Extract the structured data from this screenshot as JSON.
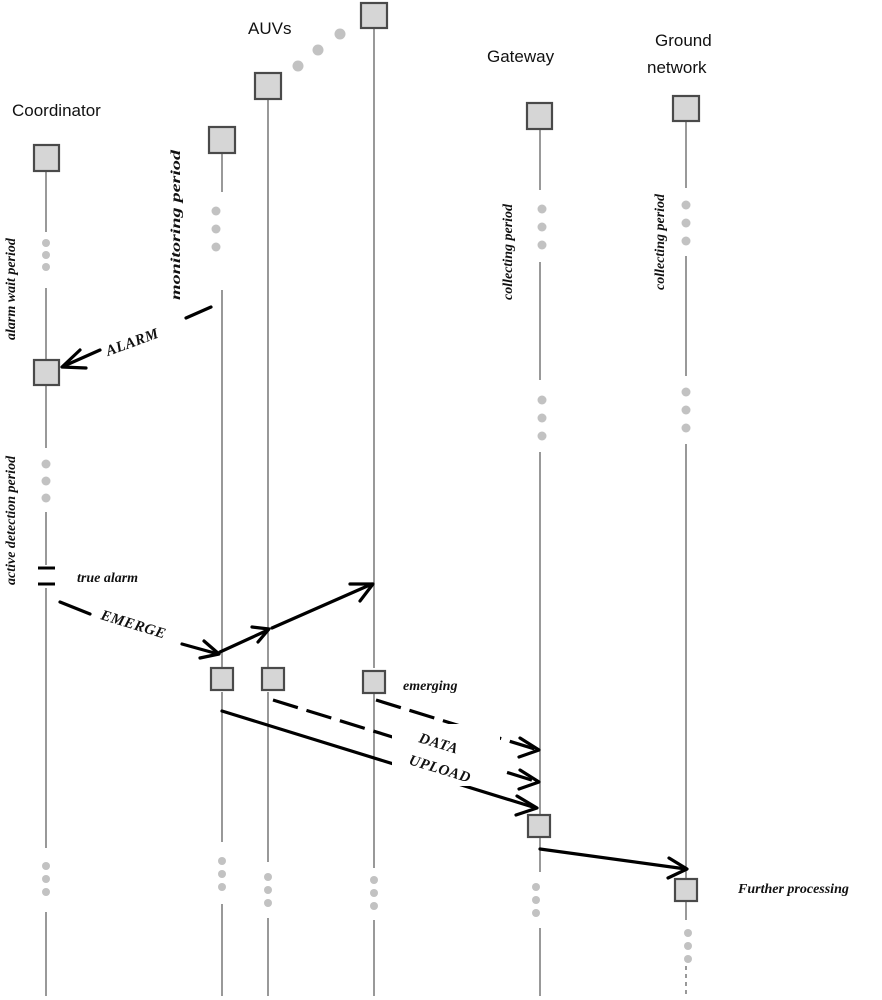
{
  "headers": {
    "coordinator": "Coordinator",
    "auvs": "AUVs",
    "gateway": "Gateway",
    "ground_line1": "Ground",
    "ground_line2": "network"
  },
  "periods": {
    "alarm_wait": "alarm wait period",
    "monitoring": "monitoring period",
    "collecting_gateway": "collecting period",
    "collecting_ground": "collecting period",
    "active_detection": "active detection period"
  },
  "messages": {
    "alarm": "ALARM",
    "true_alarm": "true alarm",
    "emerge": "EMERGE",
    "emerging": "emerging",
    "data": "DATA",
    "upload": "UPLOAD",
    "further_processing": "Further processing"
  },
  "colors": {
    "box_fill": "#d6d6d6",
    "box_stroke": "#4a4a4a",
    "dots": "#c2c2c2",
    "arrows": "#000000"
  }
}
